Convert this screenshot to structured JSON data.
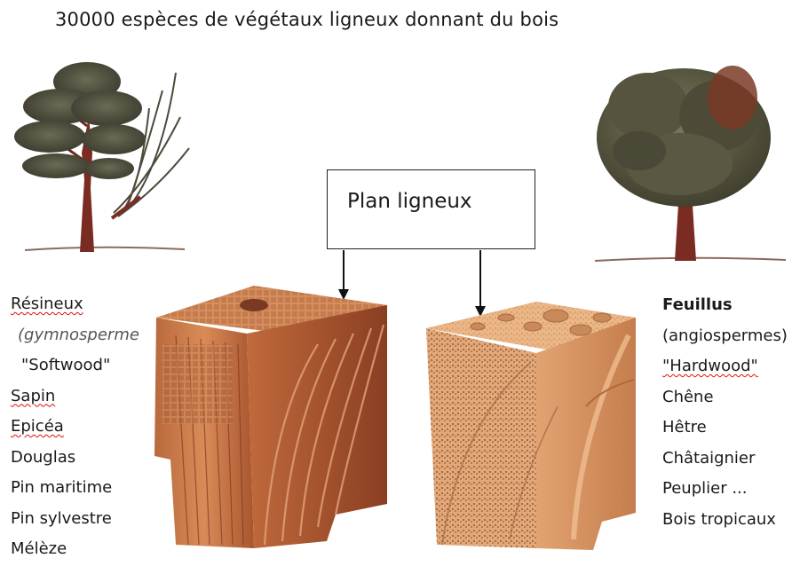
{
  "title": "30000 espèces de végétaux ligneux donnant du bois",
  "center_box": {
    "label": "Plan ligneux"
  },
  "left_list": {
    "items": [
      "Résineux",
      "(gymnosperme",
      "\"Softwood\"",
      "Sapin",
      "Epicéa",
      "Douglas",
      "Pin maritime",
      "Pin sylvestre",
      "Mélèze"
    ]
  },
  "right_list": {
    "items": [
      "Feuillus",
      "(angiospermes)",
      "\"Hardwood\"",
      "Chêne",
      "Hêtre",
      "Châtaignier",
      "Peuplier ...",
      "Bois tropicaux"
    ]
  },
  "colors": {
    "wood_light": "#e6a977",
    "wood_mid": "#c9794b",
    "wood_dark": "#8a3e22",
    "foliage": "#4a4a3a",
    "trunk": "#7a2c22"
  },
  "illustrations": {
    "left_tree": "pine-tree",
    "right_tree": "broadleaf-tree",
    "left_block": "softwood-block",
    "right_block": "hardwood-block"
  }
}
